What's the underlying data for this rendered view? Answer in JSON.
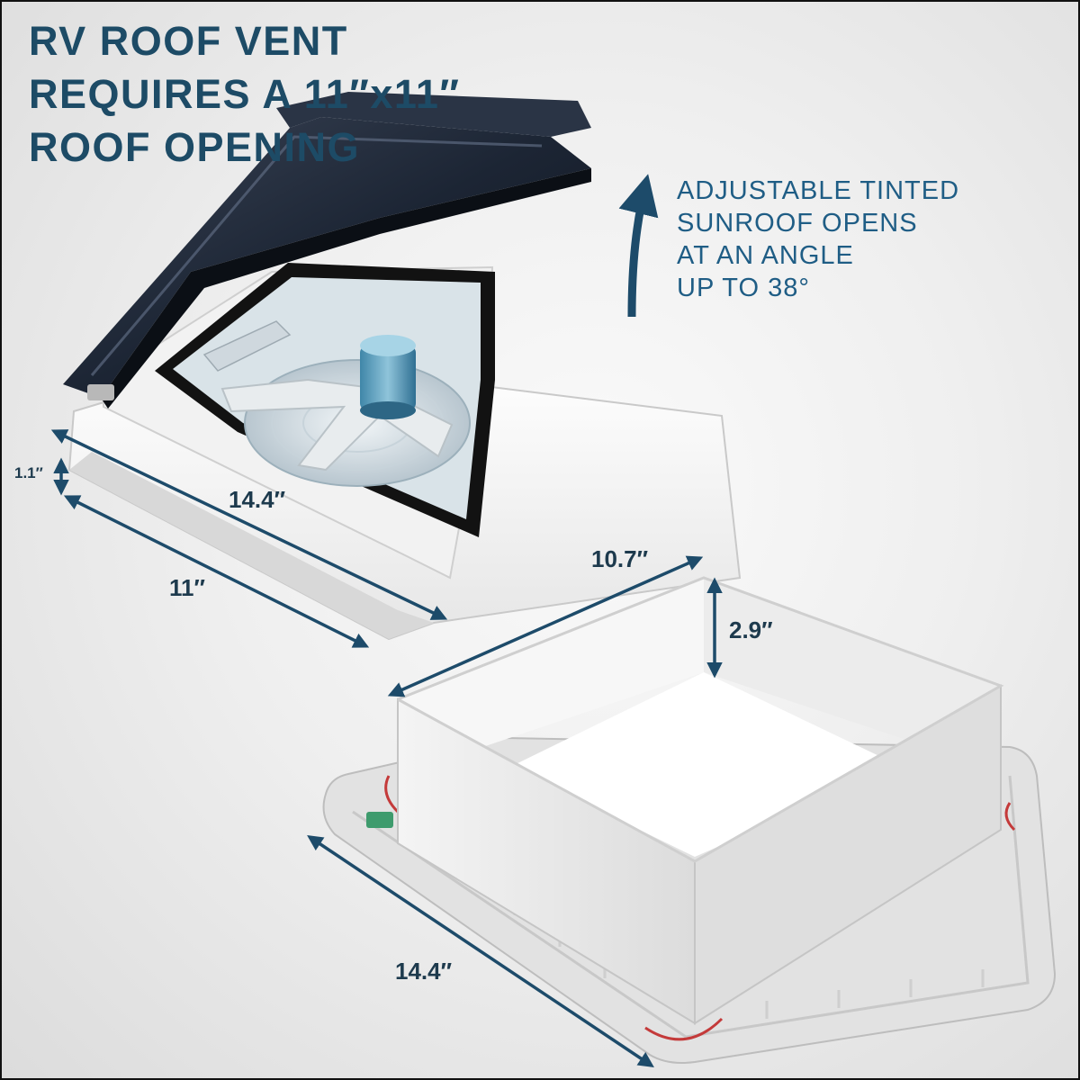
{
  "headline": {
    "line1": "RV ROOF VENT",
    "line2": "REQUIRES A 11″x11″",
    "line3": "ROOF OPENING"
  },
  "callout": {
    "line1": "ADJUSTABLE TINTED",
    "line2": "SUNROOF OPENS",
    "line3": "AT AN ANGLE",
    "line4": "UP TO 38°"
  },
  "dimensions": {
    "vent_height": "1.1″",
    "vent_length": "14.4″",
    "vent_opening": "11″",
    "garnish_opening": "10.7″",
    "garnish_depth": "2.9″",
    "garnish_flange": "14.4″"
  },
  "colors": {
    "headline": "#1d4b66",
    "callout": "#1f5d85",
    "arrows": "#1d4b6a",
    "lid": "#1a2230"
  }
}
